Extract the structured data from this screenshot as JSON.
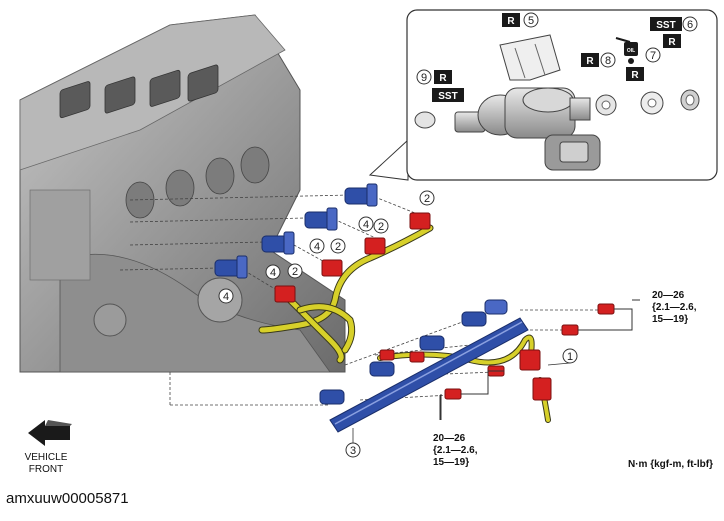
{
  "callouts": {
    "c1": "1",
    "c2": "2",
    "c3": "3",
    "c4": "4",
    "c5": "5",
    "c6": "6",
    "c7": "7",
    "c8": "8",
    "c9": "9"
  },
  "badges": {
    "replace": "R",
    "sst": "SST",
    "oil": "OIL"
  },
  "torque_spec": {
    "line1": "20—26",
    "line2": "{2.1—2.6,",
    "line3": "15—19}"
  },
  "units": "N·m {kgf-m, ft-lbf}",
  "vehicle_front": {
    "line1": "VEHICLE",
    "line2": "FRONT"
  },
  "image_id": "amxuuw00005871",
  "colors": {
    "injector": "#2f4fa8",
    "connector": "#d42020",
    "harness": "#d7d02a",
    "badge": "#1a1a1a"
  }
}
